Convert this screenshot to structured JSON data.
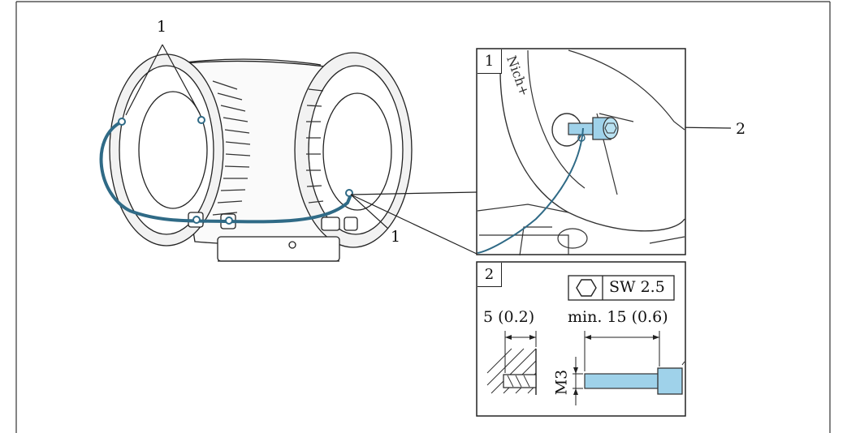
{
  "callouts": {
    "top_left": "1",
    "lower_middle": "1",
    "right_screw": "2"
  },
  "detail_1": {
    "index": "1",
    "brand_text": "Nich+"
  },
  "detail_2": {
    "index": "2",
    "wrench_size": "SW 2.5",
    "hole_depth": "5 (0.2)",
    "screw_length": "min. 15 (0.6)",
    "thread": "M3"
  },
  "colors": {
    "cable": "#2f6a86",
    "screw": "#9fd2ea",
    "line": "#222222"
  }
}
